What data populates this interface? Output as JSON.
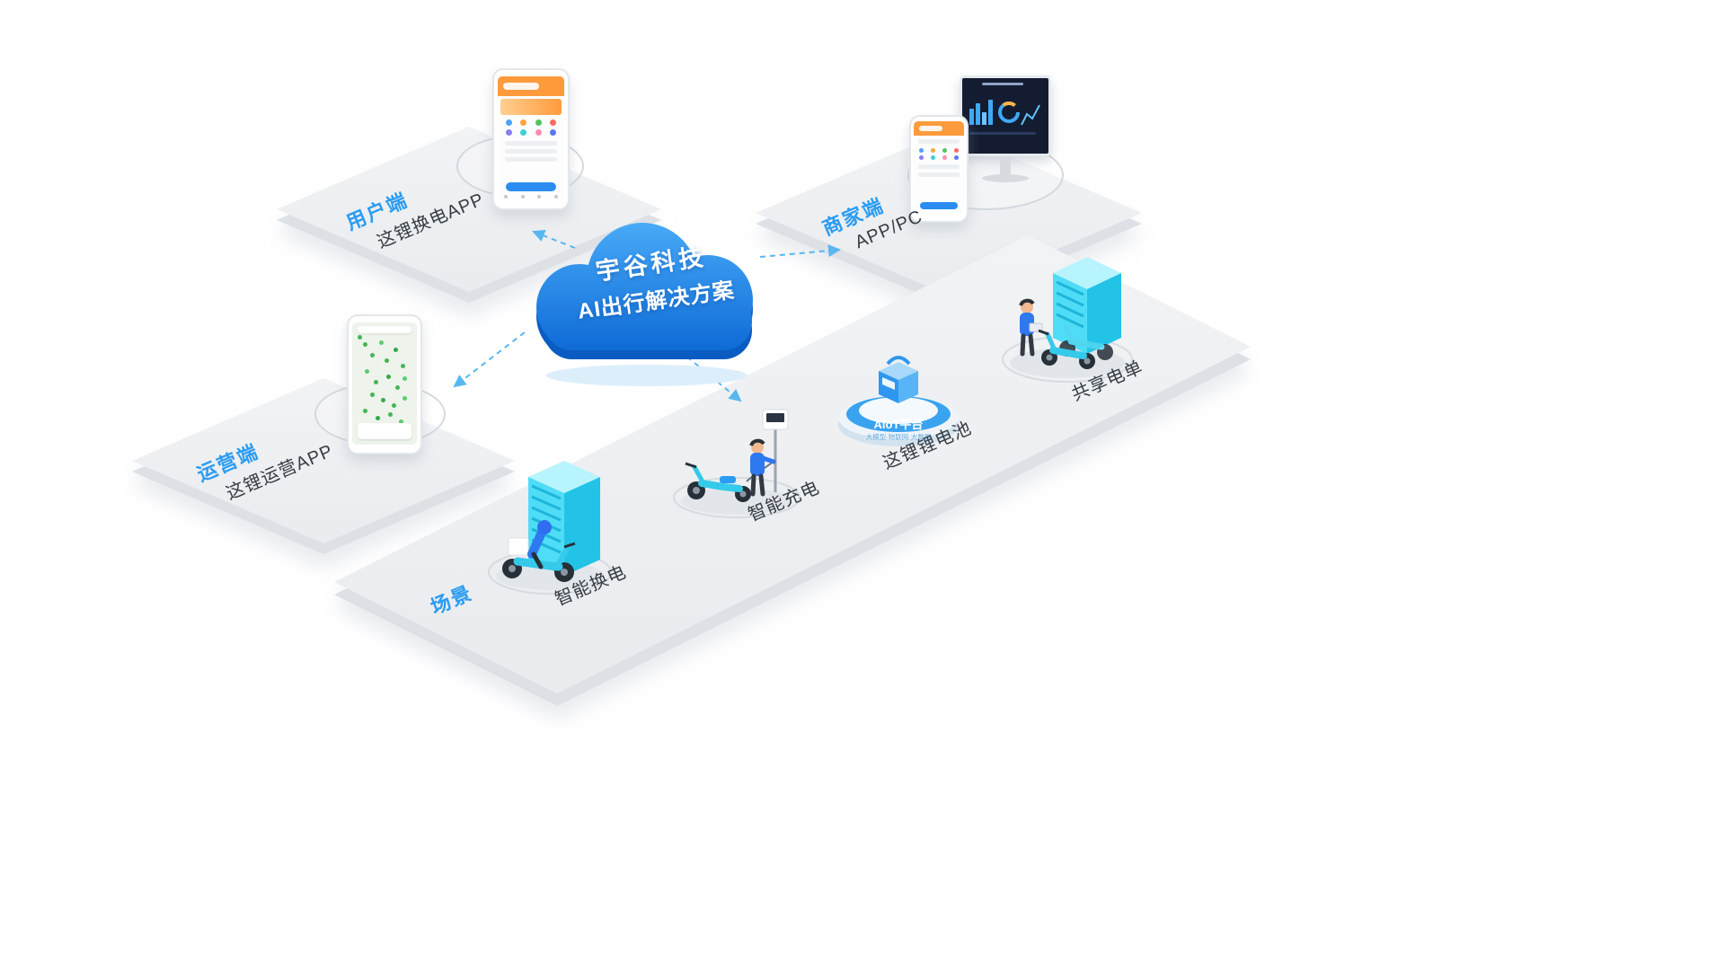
{
  "cloud": {
    "title": "宇谷科技",
    "subtitle": "AI出行解决方案"
  },
  "platforms": {
    "user": {
      "tag": "用户端",
      "label": "这锂换电APP"
    },
    "merchant": {
      "tag": "商家端",
      "label": "APP/PC"
    },
    "operator": {
      "tag": "运营端",
      "label": "这锂运营APP"
    },
    "scene": {
      "tag": "场景",
      "items": [
        {
          "label": "智能换电"
        },
        {
          "label": "智能充电"
        },
        {
          "label": "这锂锂电池"
        },
        {
          "label": "共享电单"
        }
      ]
    }
  },
  "aiot": {
    "label": "AIoT平台",
    "subtext": "大模型·物联网·大数据"
  },
  "colors": {
    "accent_blue": "#2b9cf2",
    "cloud_top": "#47a9f7",
    "cloud_bottom": "#0b66d4",
    "cabinet_cyan": "#35d1f0",
    "text_dark": "#363c44"
  }
}
